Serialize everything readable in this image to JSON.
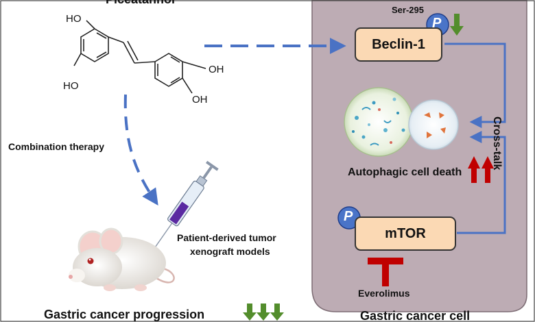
{
  "compound": {
    "name": "Piceatannol",
    "substituents": [
      "HO",
      "HO",
      "OH",
      "OH"
    ]
  },
  "left_panel": {
    "combination_label": "Combination therapy",
    "model_label_line1": "Patient-derived tumor",
    "model_label_line2": "xenograft  models",
    "outcome_label": "Gastric cancer progression",
    "outcome_arrows": 3
  },
  "cell_panel": {
    "title": "Gastric cancer cell",
    "phospho_site": "Ser-295",
    "phospho_symbol": "P",
    "beclin_label": "Beclin-1",
    "autophagy_label": "Autophagic cell death",
    "crosstalk_label": "Cross-talk",
    "mtor_label": "mTOR",
    "inhibitor_label": "Everolimus"
  },
  "colors": {
    "cell_fill": "#bdacb4",
    "box_fill": "#fbd9b4",
    "arrow_blue": "#4a72c4",
    "phospho_blue": "#4a74c8",
    "down_green": "#538d2c",
    "up_red": "#c00000",
    "inhibit_red": "#c00000"
  }
}
